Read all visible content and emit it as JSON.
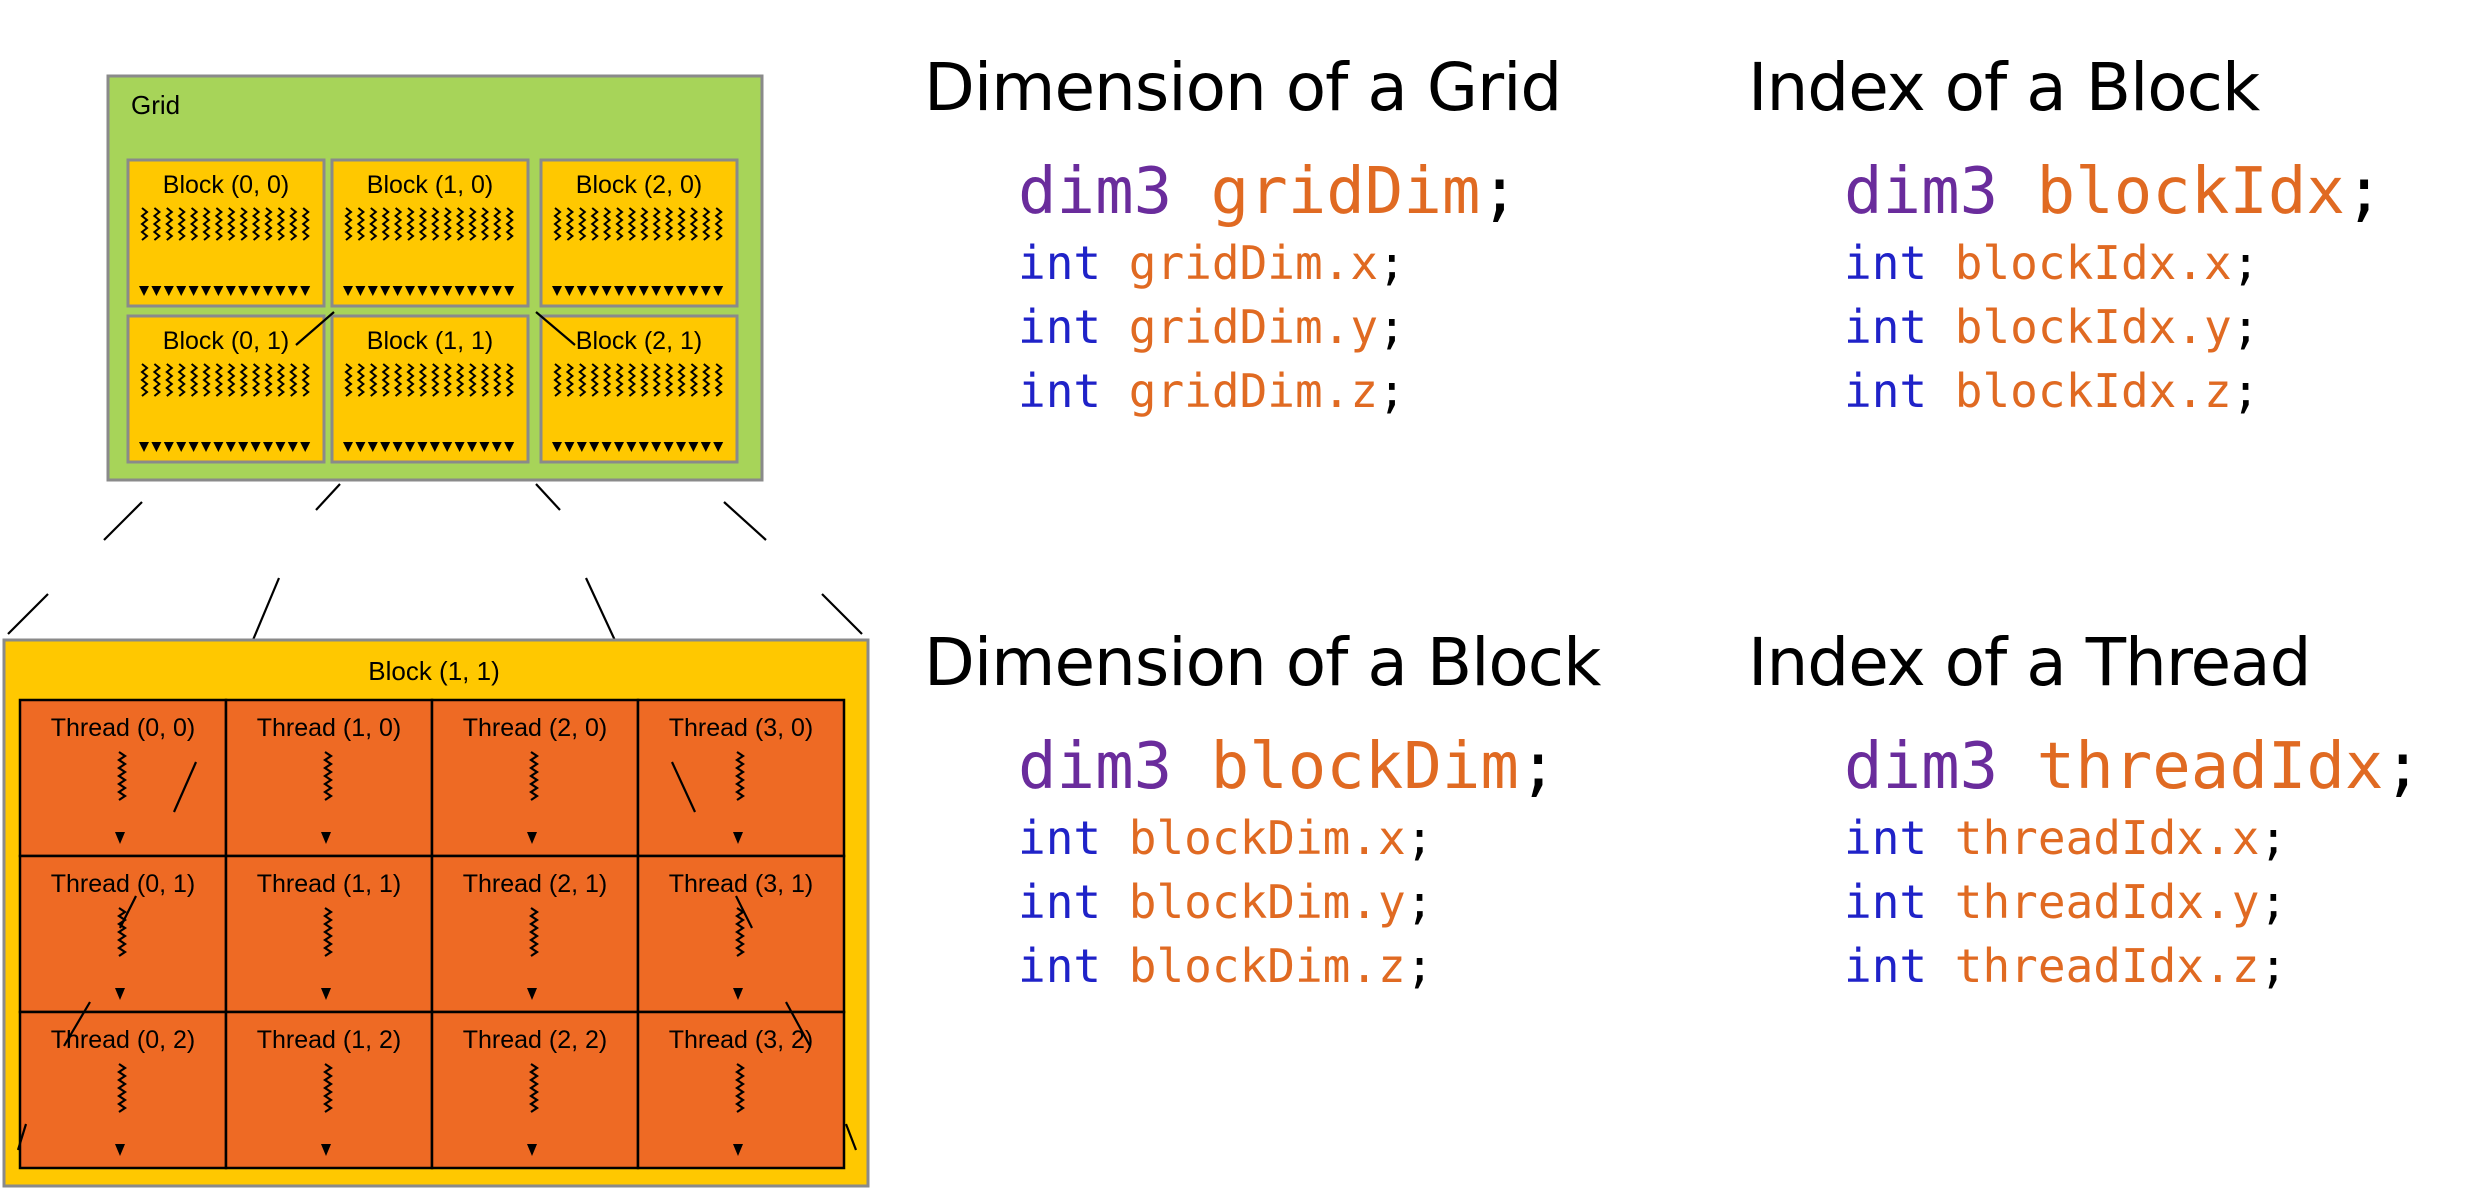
{
  "diagram": {
    "grid_label": "Grid",
    "blocks": [
      [
        "Block (0, 0)",
        "Block (1, 0)",
        "Block (2, 0)"
      ],
      [
        "Block (0, 1)",
        "Block (1, 1)",
        "Block (2, 1)"
      ]
    ],
    "detail_block_label": "Block (1, 1)",
    "threads": [
      [
        "Thread (0, 0)",
        "Thread (1, 0)",
        "Thread (2, 0)",
        "Thread (3, 0)"
      ],
      [
        "Thread (0, 1)",
        "Thread (1, 1)",
        "Thread (2, 1)",
        "Thread (3, 1)"
      ],
      [
        "Thread (0, 2)",
        "Thread (1, 2)",
        "Thread (2, 2)",
        "Thread (3, 2)"
      ]
    ],
    "colors": {
      "grid_bg": "#a7d459",
      "block_bg": "#ffc800",
      "thread_bg": "#ee6a24"
    }
  },
  "sections": [
    {
      "title": "Dimension of a Grid",
      "type": "dim3",
      "name": "gridDim",
      "members": [
        {
          "type": "int",
          "name": "gridDim.x"
        },
        {
          "type": "int",
          "name": "gridDim.y"
        },
        {
          "type": "int",
          "name": "gridDim.z"
        }
      ]
    },
    {
      "title": "Index of a Block",
      "type": "dim3",
      "name": "blockIdx",
      "members": [
        {
          "type": "int",
          "name": "blockIdx.x"
        },
        {
          "type": "int",
          "name": "blockIdx.y"
        },
        {
          "type": "int",
          "name": "blockIdx.z"
        }
      ]
    },
    {
      "title": "Dimension of a Block",
      "type": "dim3",
      "name": "blockDim",
      "members": [
        {
          "type": "int",
          "name": "blockDim.x"
        },
        {
          "type": "int",
          "name": "blockDim.y"
        },
        {
          "type": "int",
          "name": "blockDim.z"
        }
      ]
    },
    {
      "title": "Index of a Thread",
      "type": "dim3",
      "name": "threadIdx",
      "members": [
        {
          "type": "int",
          "name": "threadIdx.x"
        },
        {
          "type": "int",
          "name": "threadIdx.y"
        },
        {
          "type": "int",
          "name": "threadIdx.z"
        }
      ]
    }
  ],
  "semicolon": ";"
}
